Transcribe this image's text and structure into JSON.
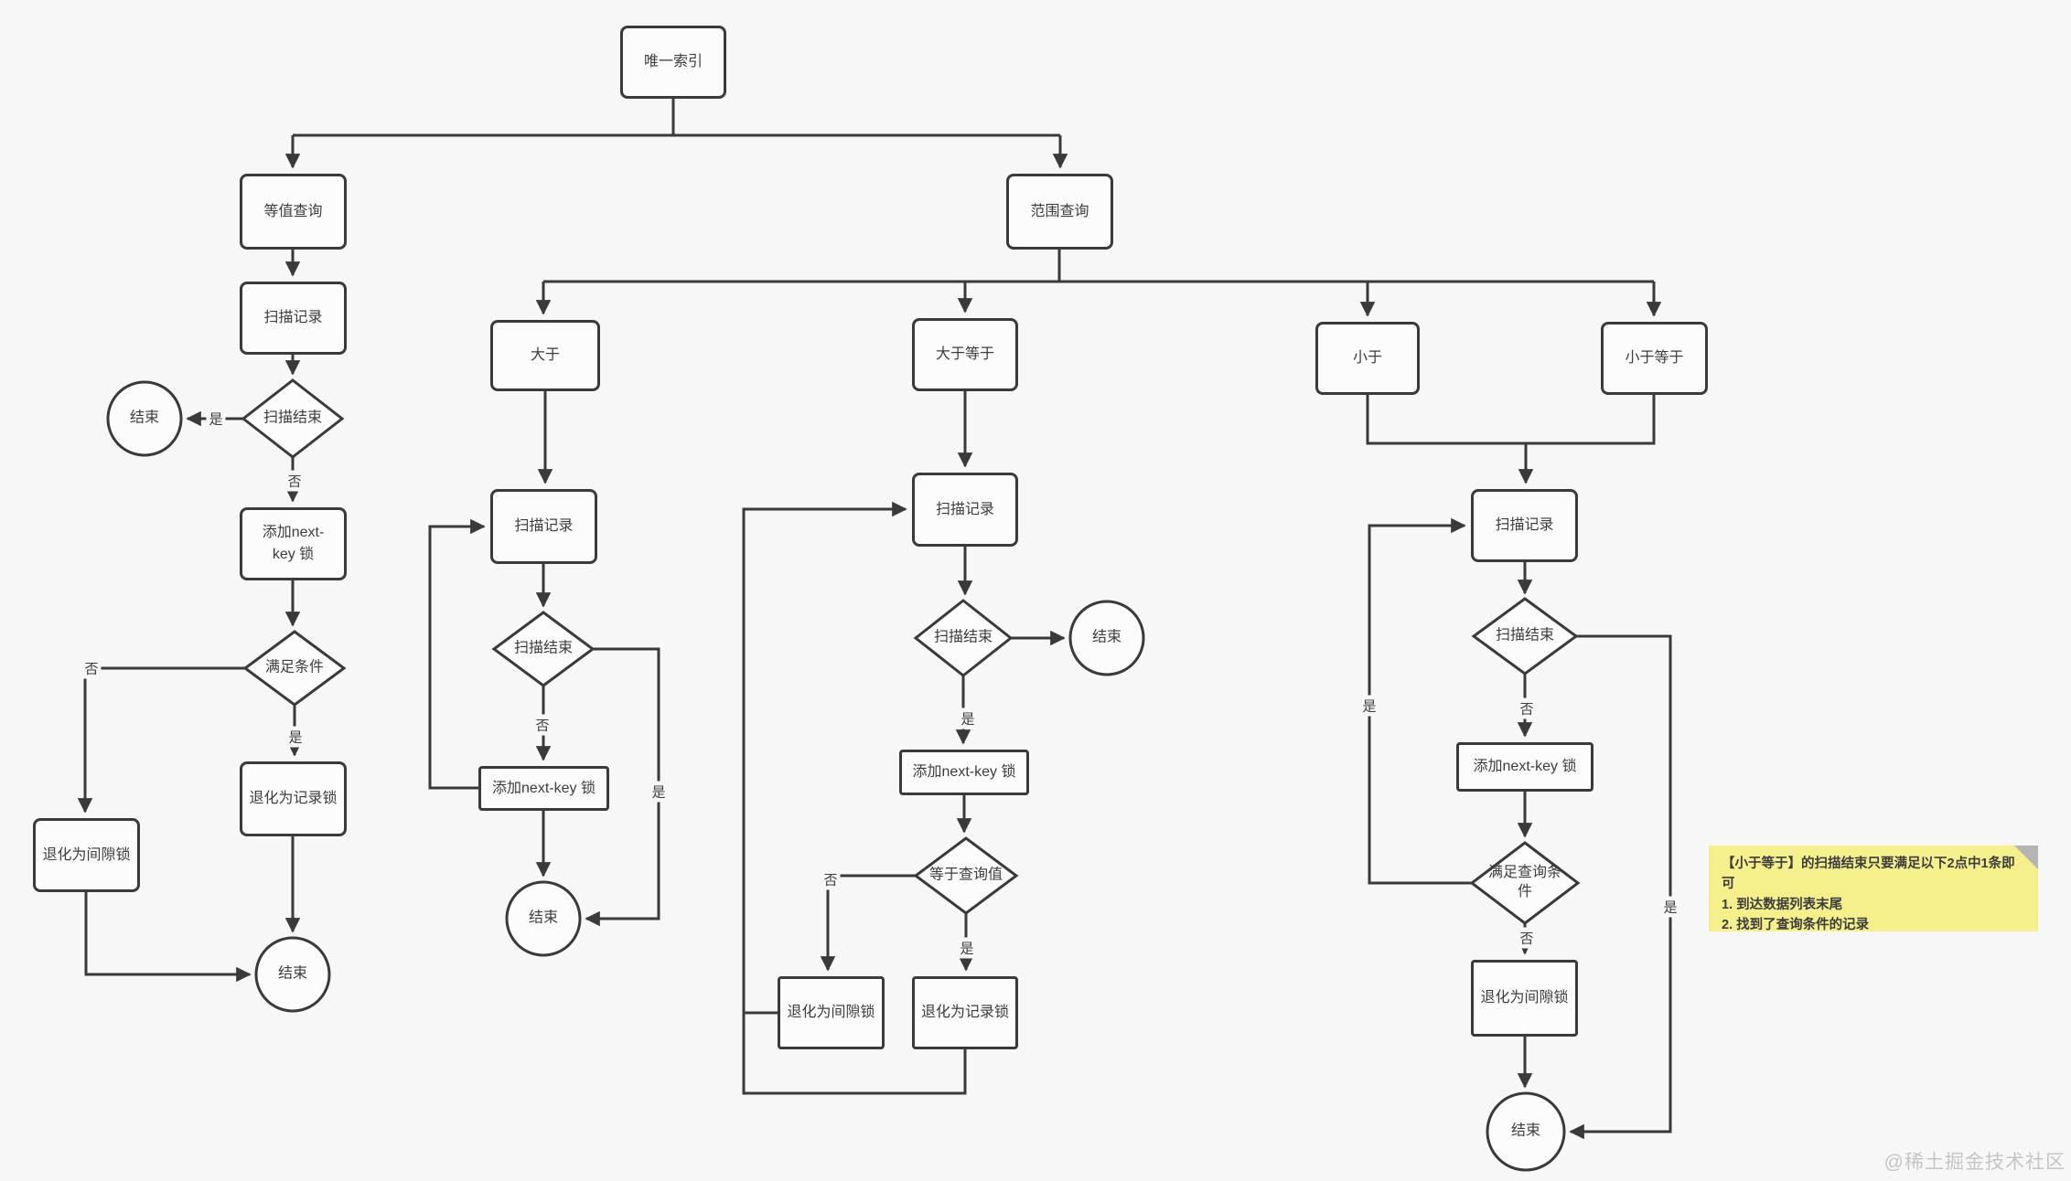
{
  "canvas": {
    "background": "#f7f7f7",
    "line_color": "#3a3a3a",
    "node_background": "#fcfcfc",
    "note_background": "#f5f08c"
  },
  "nodes": {
    "unique_index": "唯一索引",
    "equal_query": "等值查询",
    "range_query": "范围查询",
    "eq_scan": "扫描记录",
    "eq_scan_end": "扫描结束",
    "eq_nextkey": "添加next-key 锁",
    "eq_cond": "满足条件",
    "eq_gap": "退化为间隙锁",
    "eq_rec": "退化为记录锁",
    "gt": "大于",
    "gt_scan": "扫描记录",
    "gt_scan_end": "扫描结束",
    "gt_nextkey": "添加next-key 锁",
    "gte": "大于等于",
    "gte_scan": "扫描记录",
    "gte_scan_end": "扫描结束",
    "gte_nextkey": "添加next-key 锁",
    "gte_eq_value": "等于查询值",
    "gte_gap": "退化为间隙锁",
    "gte_rec": "退化为记录锁",
    "lt": "小于",
    "lte": "小于等于",
    "lt_scan": "扫描记录",
    "lt_scan_end": "扫描结束",
    "lt_nextkey": "添加next-key 锁",
    "lt_cond": "满足查询条件",
    "lt_gap": "退化为间隙锁"
  },
  "labels": {
    "yes": "是",
    "no": "否",
    "end": "结束"
  },
  "note": {
    "title": "【小于等于】的扫描结束只要满足以下2点中1条即可",
    "item1": "1. 到达数据列表末尾",
    "item2": "2. 找到了查询条件的记录"
  },
  "watermark": "@稀土掘金技术社区"
}
